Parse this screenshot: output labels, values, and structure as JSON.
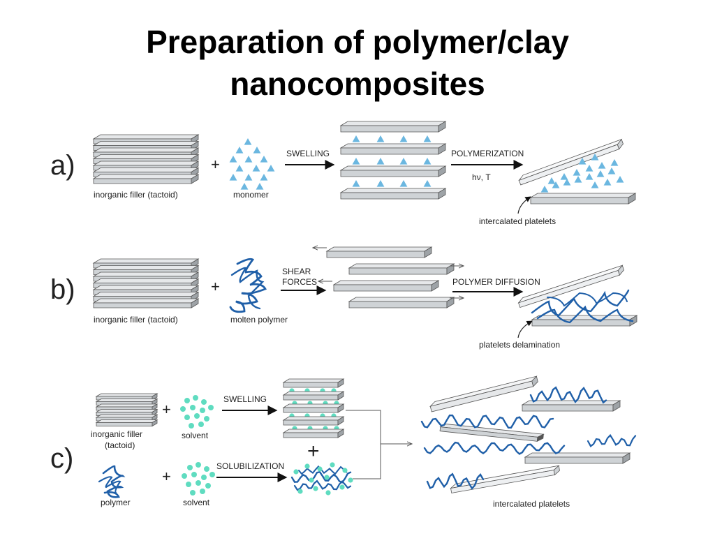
{
  "title": "Preparation of polymer/clay\nnanocomposites",
  "colors": {
    "platelet_top": "#e6e8ea",
    "platelet_front": "#cfd3d6",
    "platelet_side": "#9ea3a7",
    "outline": "#555555",
    "monomer": "#6bb7e0",
    "polymer": "#1f5fa8",
    "solvent": "#5fdcc0"
  },
  "row_a": {
    "label": "a)",
    "plus": "+",
    "filler_label": "inorganic filler (tactoid)",
    "monomer_label": "monomer",
    "step1": "SWELLING",
    "step2": "POLYMERIZATION",
    "step2_condition": "hν, T",
    "result_label": "intercalated platelets"
  },
  "row_b": {
    "label": "b)",
    "plus": "+",
    "filler_label": "inorganic filler (tactoid)",
    "polymer_label": "molten polymer",
    "step1": "SHEAR\nFORCES",
    "step2": "POLYMER DIFFUSION",
    "result_label": "platelets delamination"
  },
  "row_c": {
    "label": "c)",
    "plus": "+",
    "filler_label": "inorganic filler\n(tactoid)",
    "solvent_label": "solvent",
    "polymer_label": "polymer",
    "solvent_label_2": "solvent",
    "step1": "SWELLING",
    "step2": "SOLUBILIZATION",
    "join_plus": "+",
    "result_label": "intercalated platelets"
  }
}
